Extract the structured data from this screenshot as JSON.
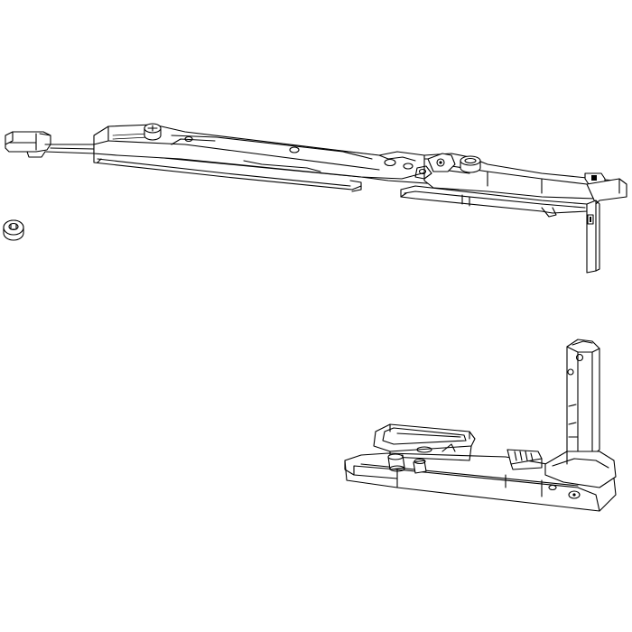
{
  "figure": {
    "background": "#ffffff",
    "line_color": "#000000",
    "parts": [
      "stay-arm-assembly",
      "bushing-cap",
      "corner-hinge-assembly"
    ]
  }
}
